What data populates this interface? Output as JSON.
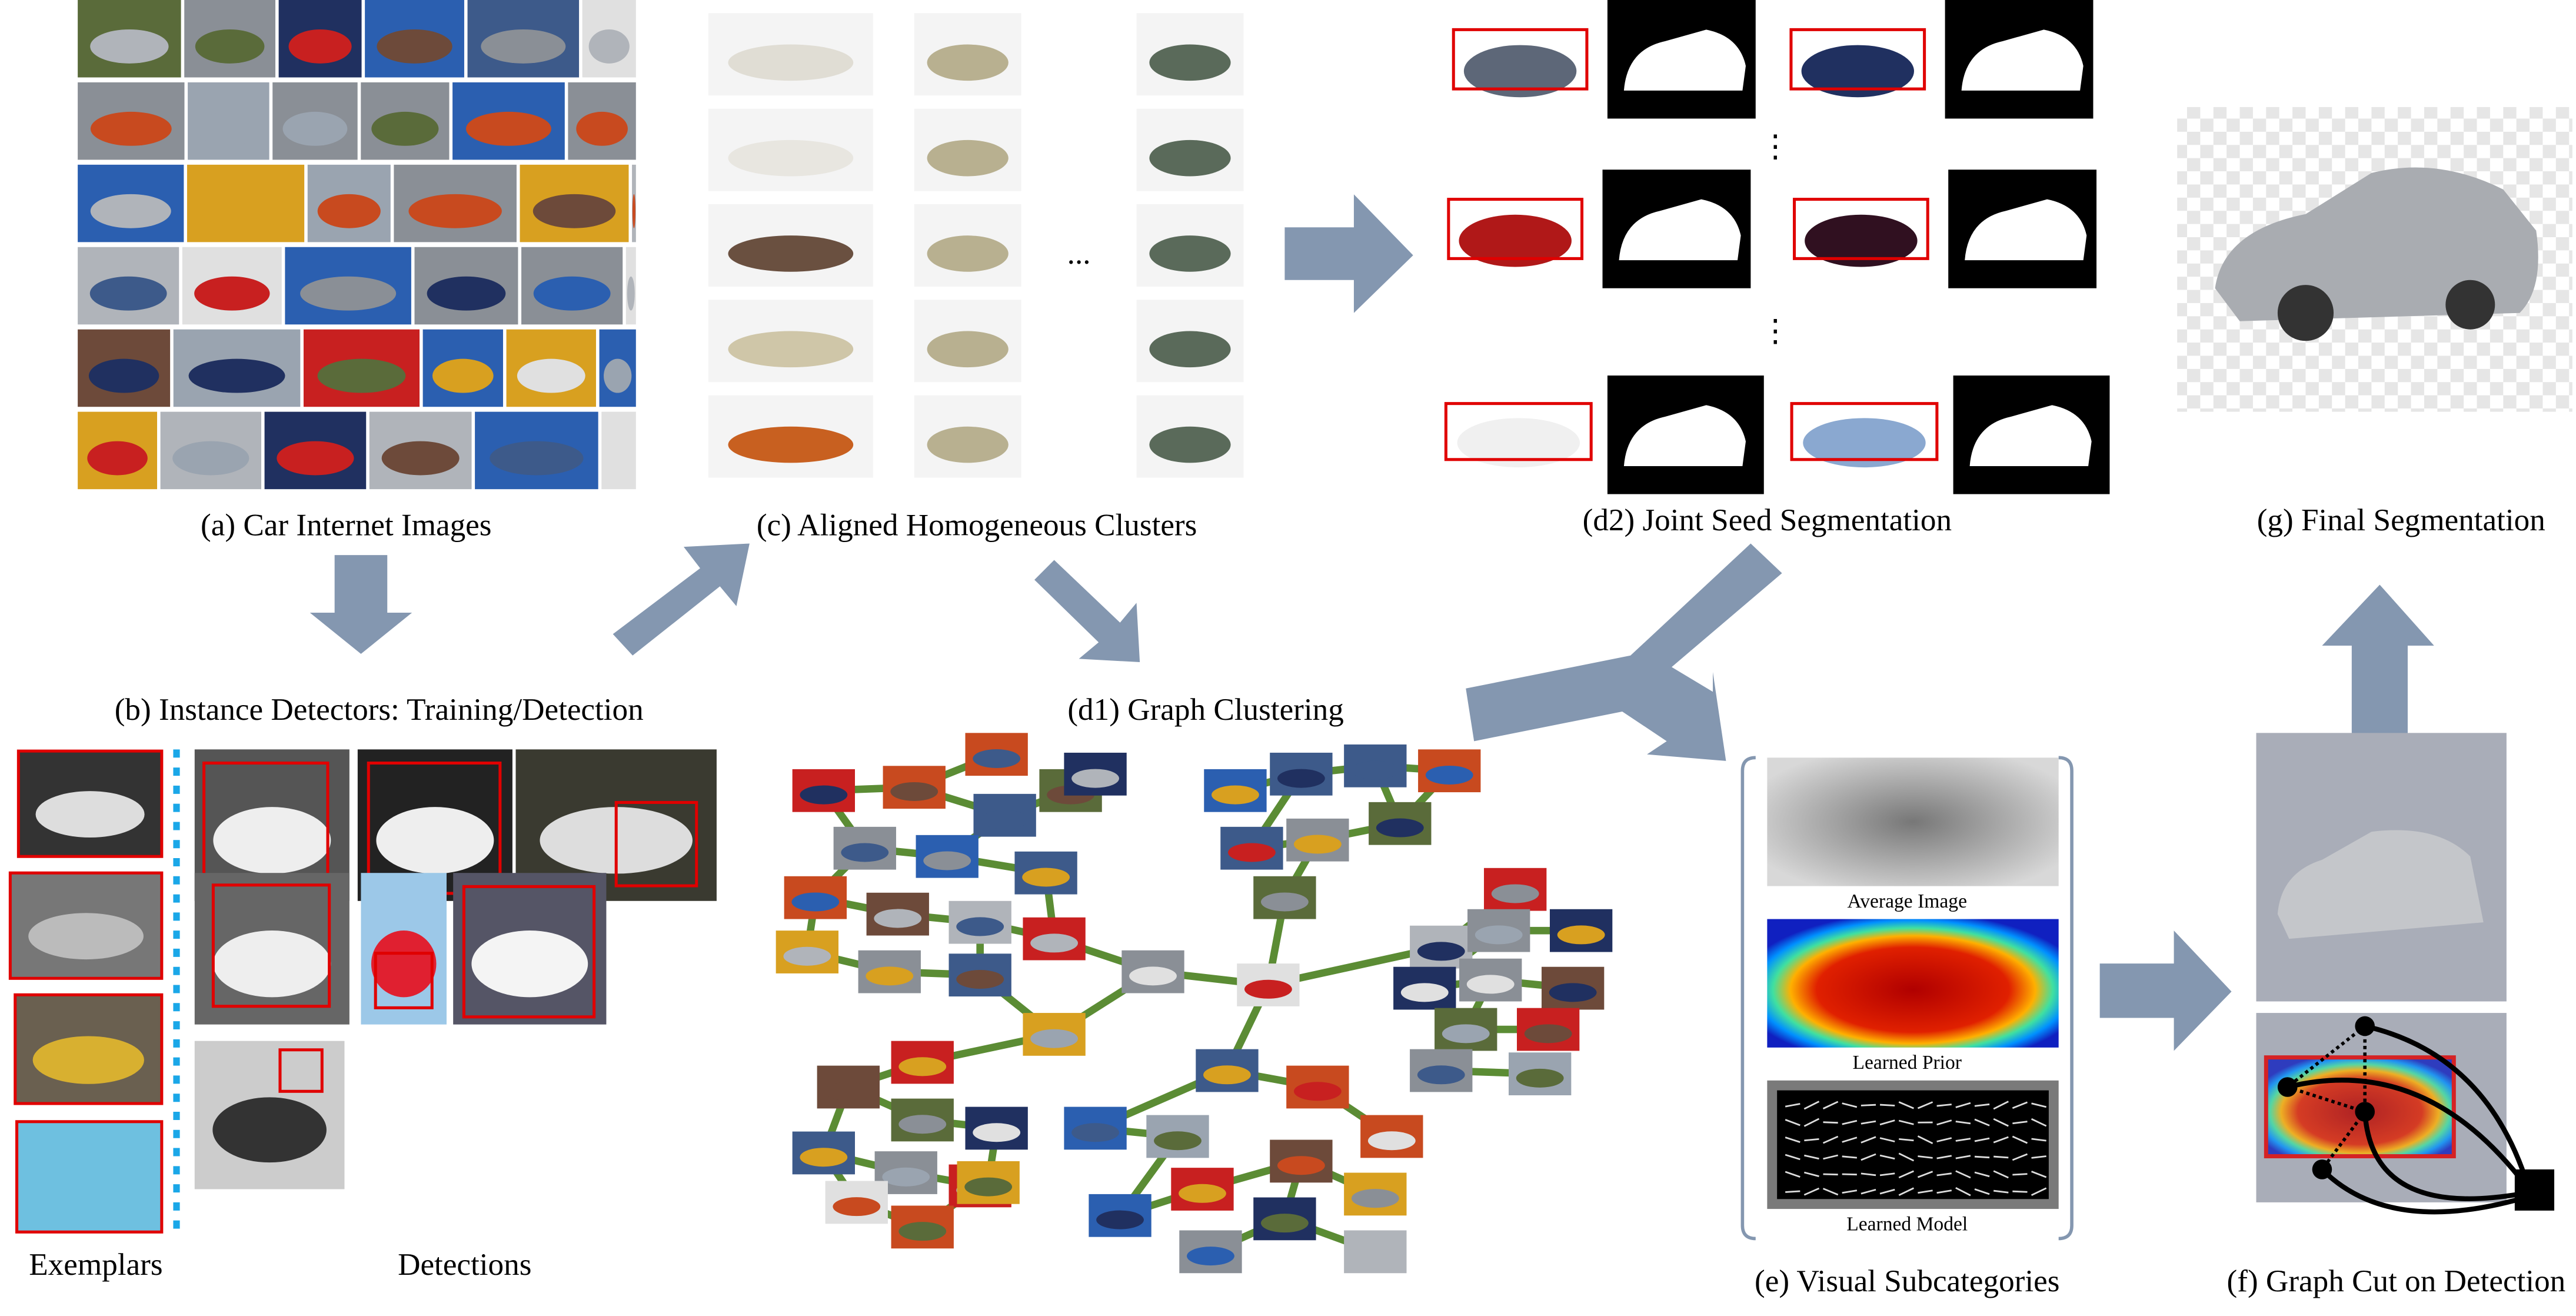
{
  "captions": {
    "a": "(a) Car Internet Images",
    "b": "(b) Instance Detectors: Training/Detection",
    "c": "(c) Aligned Homogeneous Clusters",
    "d1": "(d1) Graph Clustering",
    "d2": "(d2) Joint Seed Segmentation",
    "e": "(e) Visual Subcategories",
    "f": "(f) Graph Cut on Detection",
    "g": "(g) Final Segmentation"
  },
  "panel_b": {
    "exemplars_label": "Exemplars",
    "detections_label": "Detections"
  },
  "panel_c": {
    "ellipsis": "..."
  },
  "panel_d2": {
    "ellipsis": "⋮"
  },
  "panel_e": {
    "average_image": "Average Image",
    "learned_prior": "Learned Prior",
    "learned_model": "Learned Model"
  },
  "colors": {
    "arrow": "#8497b0",
    "graph_edge": "#5b8c34",
    "box": "#e00000",
    "divider": "#1aa7e8"
  }
}
